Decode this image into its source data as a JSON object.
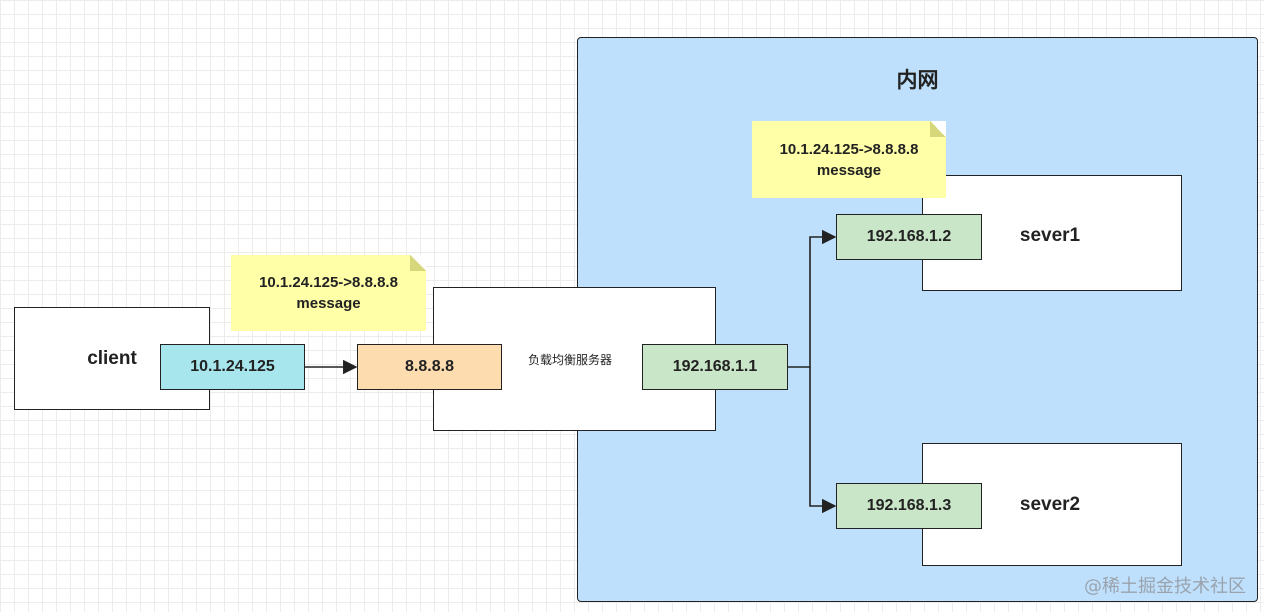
{
  "lan": {
    "title": "内网"
  },
  "client": {
    "label": "client",
    "ip": "10.1.24.125"
  },
  "load_balancer": {
    "label": "负载均衡服务器",
    "public_ip": "8.8.8.8",
    "private_ip": "192.168.1.1"
  },
  "notes": [
    {
      "line1": "10.1.24.125->8.8.8.8",
      "line2": "message"
    },
    {
      "line1": "10.1.24.125->8.8.8.8",
      "line2": "message"
    }
  ],
  "servers": [
    {
      "label": "sever1",
      "ip": "192.168.1.2"
    },
    {
      "label": "sever2",
      "ip": "192.168.1.3"
    }
  ],
  "watermark": "@稀土掘金技术社区",
  "colors": {
    "lan_fill": "#bfe0fc",
    "client_ip_fill": "#a8e6ee",
    "public_ip_fill": "#fddcb0",
    "private_ip_fill": "#c9e6c8",
    "note_fill": "#ffffa8"
  }
}
